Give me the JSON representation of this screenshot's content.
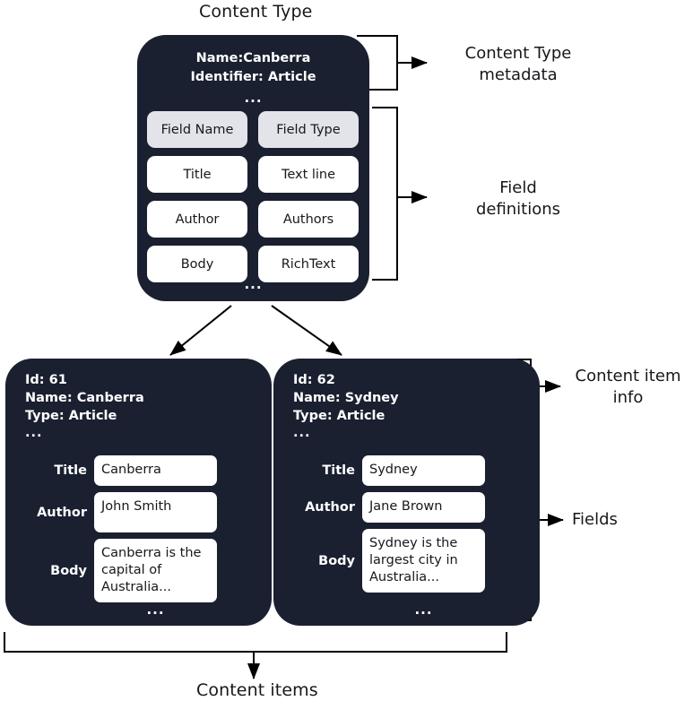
{
  "titles": {
    "top": "Content Type",
    "bottom": "Content items"
  },
  "content_type": {
    "name_line": "Name:Canberra",
    "identifier_line": "Identifier: Article",
    "ellipsis": "...",
    "bottom_ellipsis": "...",
    "headers": [
      "Field Name",
      "Field Type"
    ],
    "field_definitions": [
      {
        "name": "Title",
        "type": "Text line"
      },
      {
        "name": "Author",
        "type": "Authors"
      },
      {
        "name": "Body",
        "type": "RichText"
      }
    ]
  },
  "content_items": [
    {
      "id_line": "Id: 61",
      "name_line": "Name: Canberra",
      "type_line": "Type: Article",
      "ellipsis": "...",
      "bottom_ellipsis": "...",
      "fields": [
        {
          "label": "Title",
          "value": "Canberra"
        },
        {
          "label": "Author",
          "value": "John Smith"
        },
        {
          "label": "Body",
          "value": "Canberra is the capital of Australia..."
        }
      ]
    },
    {
      "id_line": "Id: 62",
      "name_line": "Name: Sydney",
      "type_line": "Type: Article",
      "ellipsis": "...",
      "bottom_ellipsis": "...",
      "fields": [
        {
          "label": "Title",
          "value": "Sydney"
        },
        {
          "label": "Author",
          "value": "Jane Brown"
        },
        {
          "label": "Body",
          "value": "Sydney is the largest city in Australia..."
        }
      ]
    }
  ],
  "annotations": {
    "content_type_metadata": "Content Type\nmetadata",
    "field_definitions": "Field\ndefinitions",
    "content_item_info": "Content item\ninfo",
    "fields": "Fields"
  },
  "colors": {
    "card_background": "#1a2030",
    "header_cell": "#e3e3ea",
    "value_cell": "#ffffff",
    "text_dark": "#17181c",
    "text_light": "#ffffff",
    "connector": "#000000",
    "page_background": "#ffffff"
  }
}
